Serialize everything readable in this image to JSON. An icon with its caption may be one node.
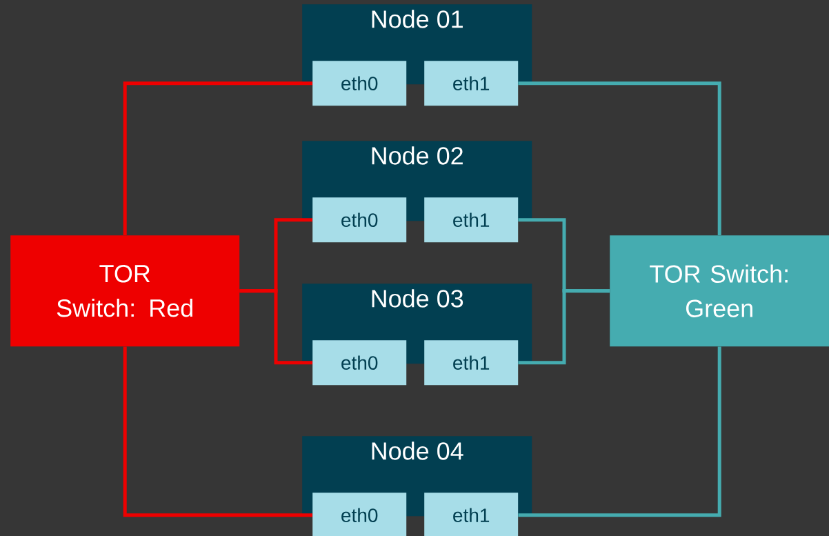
{
  "diagram": {
    "nodes": [
      {
        "text": [
          "Node 01"
        ]
      },
      {
        "text": [
          "eth0"
        ]
      },
      {
        "text": [
          "eth1"
        ]
      },
      {
        "text": [
          "Node 02"
        ]
      },
      {
        "text": [
          "eth0"
        ]
      },
      {
        "text": [
          "eth1"
        ]
      },
      {
        "text": [
          "TOR Switch: Red"
        ]
      },
      {
        "text": [
          "TOR Switch: Green"
        ]
      },
      {
        "text": [
          "Node 03"
        ]
      },
      {
        "text": [
          "eth0"
        ]
      },
      {
        "text": [
          "eth1"
        ]
      },
      {
        "text": [
          "Node 04"
        ]
      },
      {
        "text": [
          "eth0"
        ]
      },
      {
        "text": [
          "eth1"
        ]
      }
    ],
    "edges": [
      {
        "from": 6,
        "to": 1,
        "arrow": "none",
        "color": "#ee0000"
      },
      {
        "from": 6,
        "to": 4,
        "arrow": "none",
        "color": "#ee0000"
      },
      {
        "from": 6,
        "to": 9,
        "arrow": "none",
        "color": "#ee0000"
      },
      {
        "from": 6,
        "to": 12,
        "arrow": "none",
        "color": "#ee0000"
      },
      {
        "from": 7,
        "to": 2,
        "arrow": "none",
        "color": "#45acb0"
      },
      {
        "from": 7,
        "to": 5,
        "arrow": "none",
        "color": "#45acb0"
      },
      {
        "from": 7,
        "to": 10,
        "arrow": "none",
        "color": "#45acb0"
      },
      {
        "from": 7,
        "to": 13,
        "arrow": "none",
        "color": "#45acb0"
      }
    ]
  }
}
